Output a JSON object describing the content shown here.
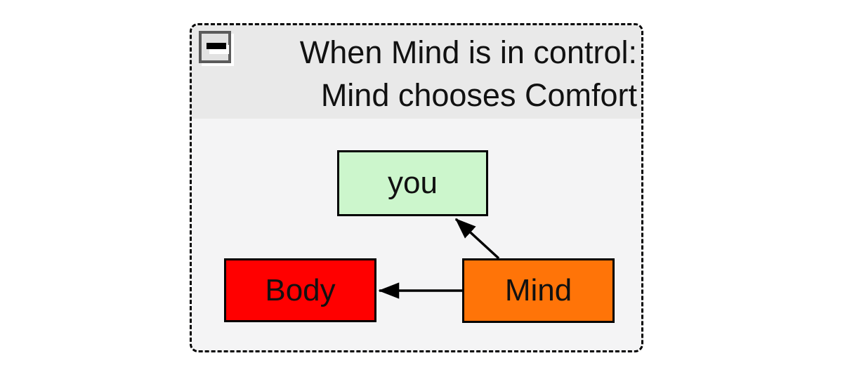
{
  "window": {
    "background": "#ffffff"
  },
  "group": {
    "title_line1": "When Mind is in control:",
    "title_line2": "Mind chooses Comfort",
    "state": "expanded",
    "collapse_button": {
      "icon": "minus-icon"
    },
    "colors": {
      "frame_border": "#000000",
      "titlebar_bg": "#e9e9e9",
      "body_bg": "#f4f4f5",
      "button_bg": "#e2e2e2",
      "button_border": "#5b5b5b"
    }
  },
  "diagram": {
    "nodes": [
      {
        "id": "you",
        "label": "you",
        "fill": "#ccf6cc",
        "border": "#000000"
      },
      {
        "id": "body",
        "label": "Body",
        "fill": "#ff0000",
        "border": "#000000"
      },
      {
        "id": "mind",
        "label": "Mind",
        "fill": "#ff7408",
        "border": "#000000"
      }
    ],
    "edges": [
      {
        "from": "Mind",
        "to": "you"
      },
      {
        "from": "Mind",
        "to": "Body"
      }
    ],
    "edge_color": "#000000"
  }
}
